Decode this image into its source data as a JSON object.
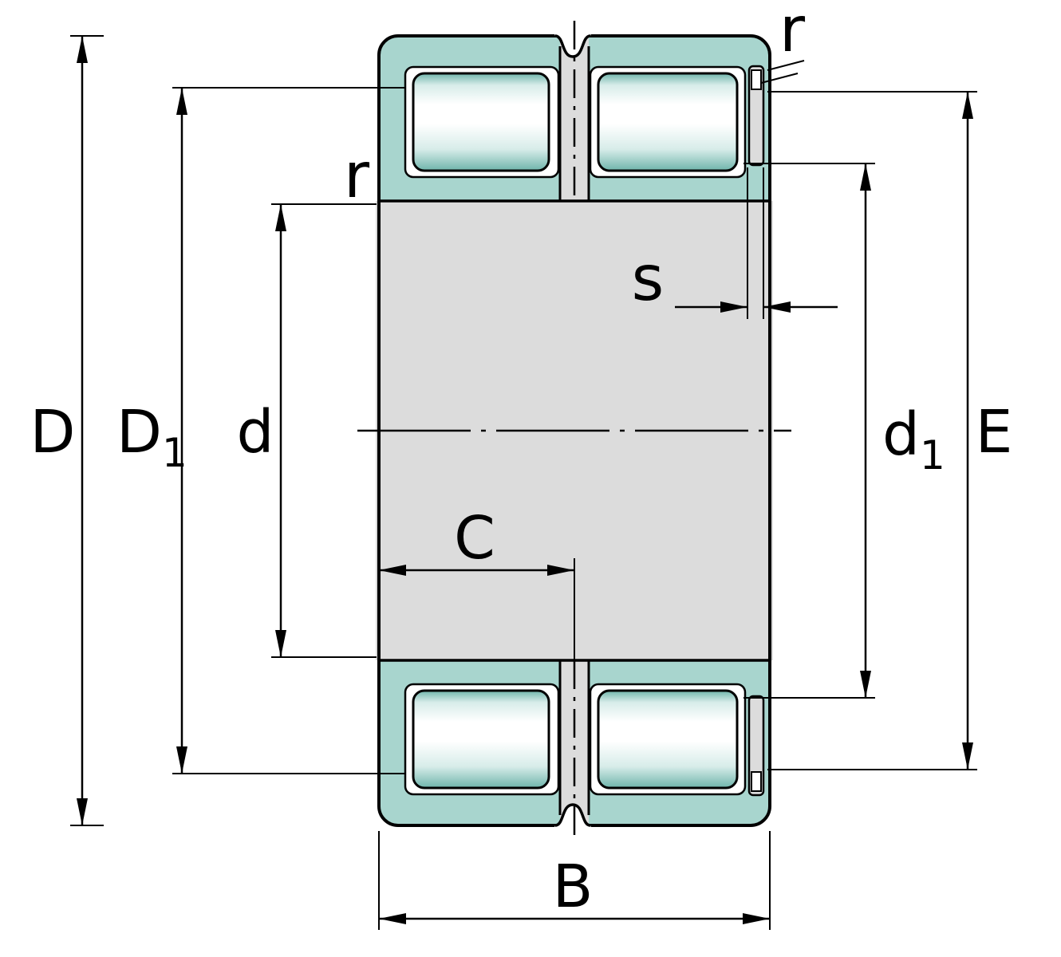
{
  "labels": {
    "D": "D",
    "D1_main": "D",
    "D1_sub": "1",
    "d": "d",
    "d1_main": "d",
    "d1_sub": "1",
    "E": "E",
    "B": "B",
    "C": "C",
    "s": "s",
    "r_outer": "r",
    "r_bore": "r"
  },
  "colors": {
    "ring_fill": "#a8d5ce",
    "section_fill": "#dcdcdc",
    "roller_edge": "#6fb5ab",
    "roller_mid": "#d7ece9",
    "roller_light": "#ffffff"
  }
}
